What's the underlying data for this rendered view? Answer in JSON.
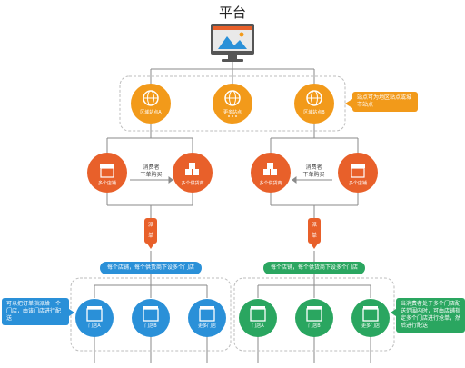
{
  "title": "平台",
  "nodes": {
    "siteA": "区域站点A",
    "more_sites": "更多站点",
    "siteB": "区域站点B",
    "left_multi_store": "多个店铺",
    "left_multi_supplier": "多个供货商",
    "right_multi_supplier": "多个供货商",
    "right_multi_store": "多个店铺",
    "left_storeA": "门店A",
    "left_storeB": "门店B",
    "left_more_stores": "更多门店",
    "right_storeA": "门店A",
    "right_storeB": "门店B",
    "right_more_stores": "更多门店"
  },
  "buyer_order": {
    "line1": "消费者",
    "line2": "下单购买"
  },
  "dispatch_label": {
    "line1": "派",
    "line2": "单"
  },
  "pills": {
    "left": "每个店铺，每个供货商下设多个门店",
    "right": "每个店铺，每个供货商下设多个门店"
  },
  "callouts": {
    "sites": "站点可为地区站点或城市站点",
    "left_order": "可以把订单指派给一个门店，由该门店进行配送",
    "right_order": "当消费者处于多个门店配送范围内时，可由店铺指定多个门店进行抢单，然后进行配送"
  },
  "colors": {
    "orange": "#f29a1a",
    "red_orange": "#e8602a",
    "blue": "#2a90d8",
    "green": "#2aa660",
    "line": "#8a8a8a"
  }
}
